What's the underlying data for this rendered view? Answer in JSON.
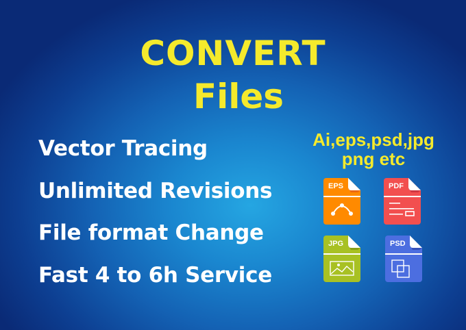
{
  "banner": {
    "title": {
      "line1": "CONVERT",
      "line2": "Files"
    },
    "features": [
      "Vector Tracing",
      "Unlimited Revisions",
      "File format Change",
      "Fast 4 to 6h Service"
    ],
    "formats": {
      "line1": "Ai,eps,psd,jpg",
      "line2": "png etc"
    },
    "file_icons": [
      {
        "label": "EPS",
        "color": "#ff8a00",
        "glyph": "bezier-curve-icon"
      },
      {
        "label": "PDF",
        "color": "#f24f4f",
        "glyph": "document-lines-icon"
      },
      {
        "label": "JPG",
        "color": "#a8c123",
        "glyph": "image-landscape-icon"
      },
      {
        "label": "PSD",
        "color": "#4c6ee0",
        "glyph": "layers-squares-icon"
      }
    ],
    "colors": {
      "title_yellow": "#f5ea2c",
      "feature_white": "#ffffff",
      "bg_center": "#25a6e2",
      "bg_edge": "#0a2a76"
    }
  }
}
